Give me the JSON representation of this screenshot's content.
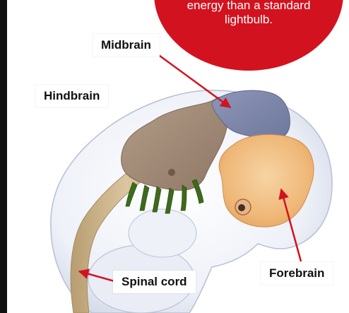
{
  "callout": {
    "text": "energy than a standard lightbulb."
  },
  "labels": {
    "midbrain": "Midbrain",
    "hindbrain": "Hindbrain",
    "spinal_cord": "Spinal cord",
    "forebrain": "Forebrain"
  },
  "colors": {
    "callout": "#d3121f",
    "arrow": "#d3121f",
    "midbrain": "#7f89ad",
    "hindbrain": "#a08b78",
    "forebrain": "#f0b778",
    "spinal_cord": "#c9b184",
    "body": "#e7ebf5",
    "nerve": "#3e6a1d"
  }
}
